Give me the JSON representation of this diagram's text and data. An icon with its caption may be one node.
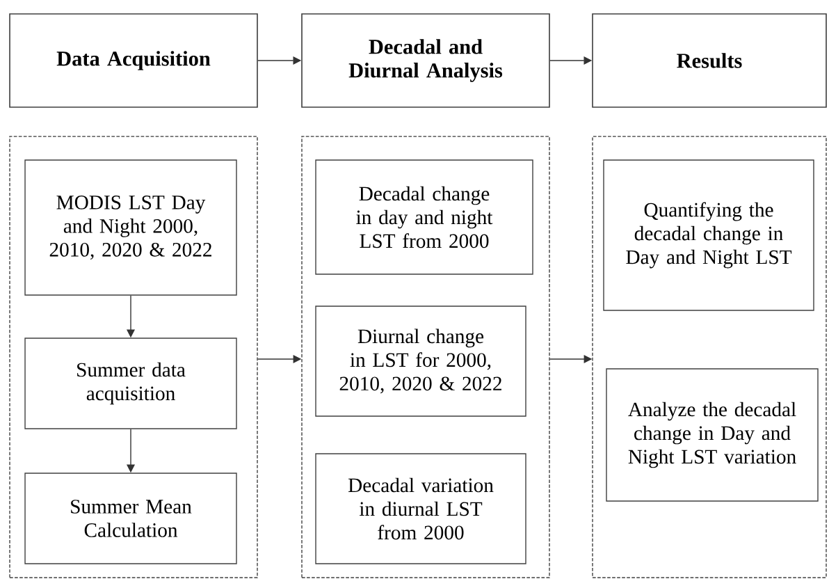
{
  "diagram": {
    "nodes": [
      {
        "text": [
          "Data Acquisition"
        ]
      },
      {
        "text": [
          "Decadal and Diurnal Analysis"
        ]
      },
      {
        "text": [
          "Results"
        ]
      },
      {
        "text": [],
        "shape": "box"
      },
      {
        "text": [],
        "shape": "box"
      },
      {
        "text": [],
        "shape": "box"
      },
      {
        "text": [
          "MODIS LST Day and Night 2000, 2010, 2020 & 2022"
        ],
        "in": 3
      },
      {
        "text": [
          "Summer data acquisition"
        ],
        "in": 3
      },
      {
        "text": [
          "Summer Mean Calculation"
        ],
        "in": 3
      },
      {
        "text": [
          "Decadal change in day and night LST from 2000"
        ],
        "in": 4
      },
      {
        "text": [
          "Diurnal change in LST for 2000, 2010, 2020 & 2022"
        ],
        "in": 4
      },
      {
        "text": [
          "Decadal variation in diurnal LST from 2000"
        ],
        "in": 4
      },
      {
        "text": [
          "Quantifying the decadal change in Day and Night LST"
        ],
        "in": 5
      },
      {
        "text": [
          "Analyze the decadal change in Day and Night LST variation"
        ],
        "in": 5
      }
    ],
    "edges": [
      {
        "from": 0,
        "to": 1,
        "arrow": "to"
      },
      {
        "from": 1,
        "to": 2,
        "arrow": "to"
      },
      {
        "from": 6,
        "to": 7,
        "arrow": "to"
      },
      {
        "from": 7,
        "to": 8,
        "arrow": "to"
      },
      {
        "from": 3,
        "to": 4,
        "arrow": "to"
      },
      {
        "from": 4,
        "to": 5,
        "arrow": "to"
      }
    ]
  }
}
